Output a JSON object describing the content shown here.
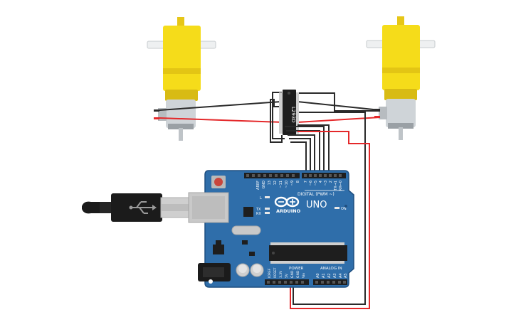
{
  "scene": "arduino-l293d-dual-motor-circuit",
  "colors": {
    "board": "#2f6eaa",
    "board_dark": "#1f4f80",
    "motor_yellow": "#f5dc1a",
    "motor_gray": "#cfd4d8",
    "wire_red": "#e4282a",
    "wire_black": "#2a2a2a",
    "chip": "#1e1e1e"
  },
  "board": {
    "model": "UNO",
    "brand": "ARDUINO",
    "header_top_label": "DIGITAL (PWM ~)",
    "header_power_label": "POWER",
    "header_analog_label": "ANALOG IN",
    "led_on": "ON",
    "led_tx": "TX",
    "led_rx": "RX",
    "led_l": "L",
    "pin_aref": "AREF",
    "pin_gnd": "GND",
    "digital_pins": [
      "13",
      "12",
      "~11",
      "~10",
      "~9",
      "8",
      "7",
      "~6",
      "~5",
      "4",
      "~3",
      "2",
      "TX→1",
      "RX←0"
    ],
    "power_pins": [
      "IOREF",
      "RESET",
      "3.3V",
      "5V",
      "GND",
      "GND",
      "Vin"
    ],
    "analog_pins": [
      "A0",
      "A1",
      "A2",
      "A3",
      "A4",
      "A5"
    ]
  },
  "chip": {
    "label": "L293D"
  },
  "motors": [
    {
      "name": "left-motor"
    },
    {
      "name": "right-motor"
    }
  ]
}
